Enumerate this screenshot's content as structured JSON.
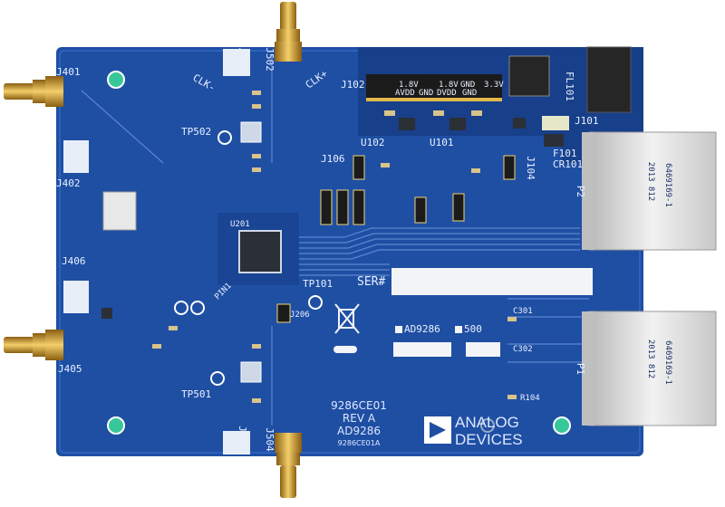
{
  "board": {
    "id": "9286CE01",
    "rev": "REV A",
    "part": "AD9286",
    "part_code": "9286CE01A",
    "ser_label": "SER#",
    "marking_ad9286": "AD9286",
    "marking_500": "500",
    "manufacturer_line1": "ANALOG",
    "manufacturer_line2": "DEVICES",
    "colors": {
      "pcb": "#1f4fa3",
      "pcb_dark": "#173f88",
      "gold": "#d9a53a",
      "connector": "#d9d9d9"
    }
  },
  "connectors": {
    "j401": "J401",
    "j402": "J402",
    "j405": "J405",
    "j406": "J406",
    "j501": "J501",
    "j502": "J502",
    "j503": "J503",
    "j504": "J504",
    "j101": "J101",
    "j102": "J102",
    "j104": "J104",
    "j106": "J106",
    "p1": "P1",
    "p2": "P2"
  },
  "labels": {
    "clk_minus": "CLK-",
    "clk_plus": "CLK+",
    "tp101": "TP101",
    "tp501": "TP501",
    "tp502": "TP502",
    "u101": "U101",
    "u102": "U102",
    "u201": "U201",
    "cr101": "CR101",
    "f101": "F101",
    "fl101": "FL101",
    "r104": "R104",
    "pin1": "PIN1",
    "j206": "J206",
    "c301": "C301",
    "c302": "C302"
  },
  "header_pins": [
    "1.8V",
    "AVDD",
    "GND",
    "1.8V",
    "DVDD",
    "GND",
    "GND",
    "3.3V"
  ],
  "edge_connector": {
    "part": "6469169-1",
    "date": "2013 812"
  }
}
